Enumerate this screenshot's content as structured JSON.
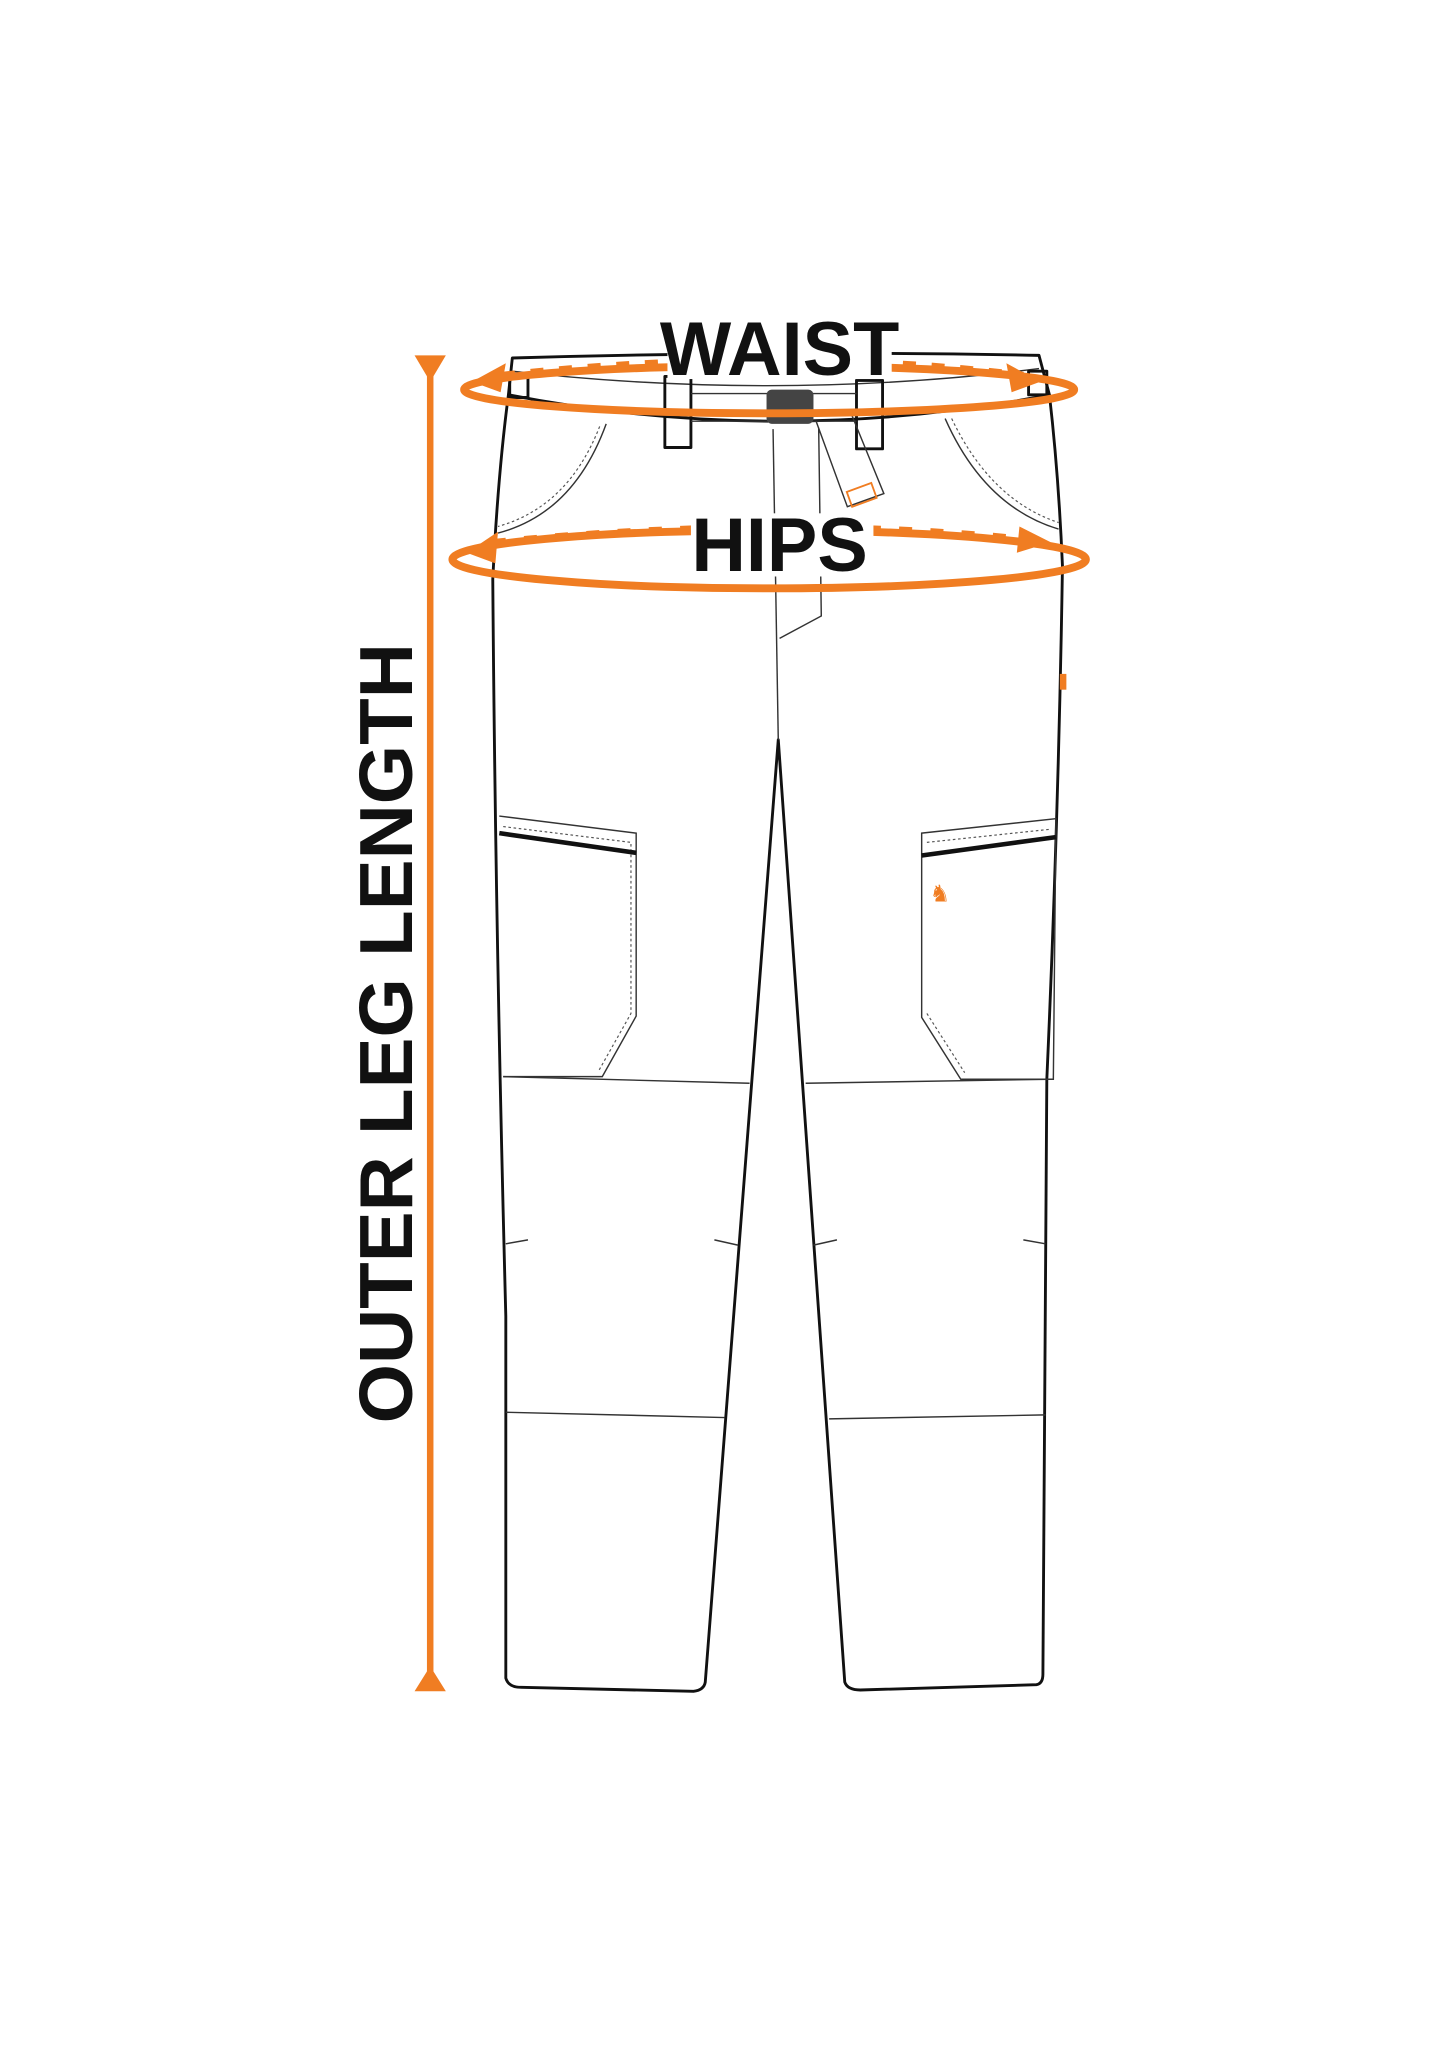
{
  "labels": {
    "waist": "WAIST",
    "hips": "HIPS",
    "outer_leg_length": "OUTER LEG LENGTH"
  },
  "colors": {
    "accent": "#F07D22",
    "line": "#111111",
    "buckle": "#444444"
  }
}
